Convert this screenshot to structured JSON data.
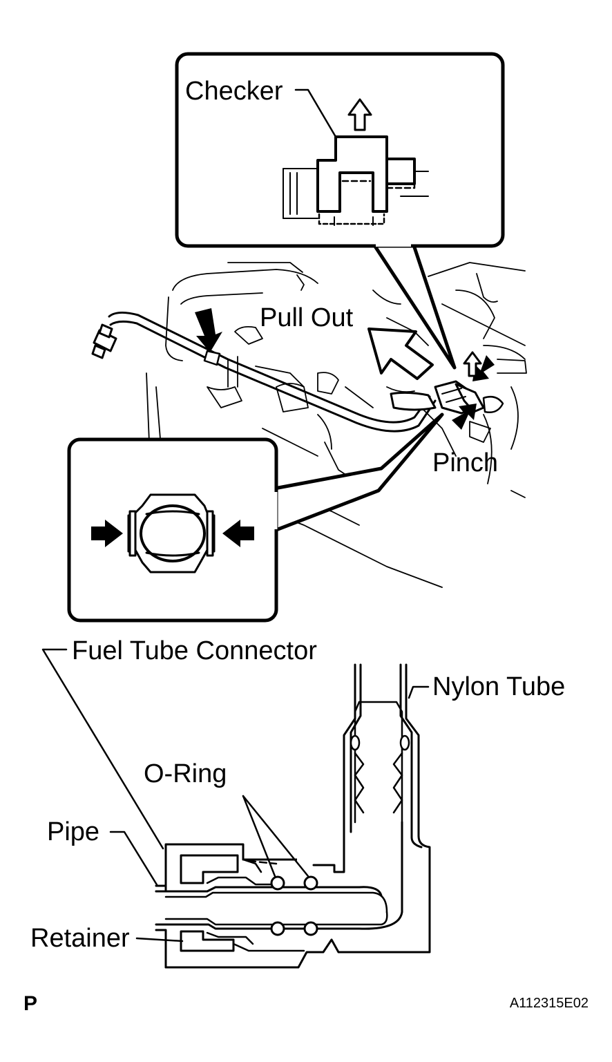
{
  "labels": {
    "checker": "Checker",
    "pull_out": "Pull Out",
    "pinch": "Pinch",
    "fuel_tube_connector": "Fuel Tube Connector",
    "nylon_tube": "Nylon Tube",
    "o_ring": "O-Ring",
    "pipe": "Pipe",
    "retainer": "Retainer"
  },
  "footer": {
    "corner_mark": "P",
    "figure_code": "A112315E02"
  }
}
